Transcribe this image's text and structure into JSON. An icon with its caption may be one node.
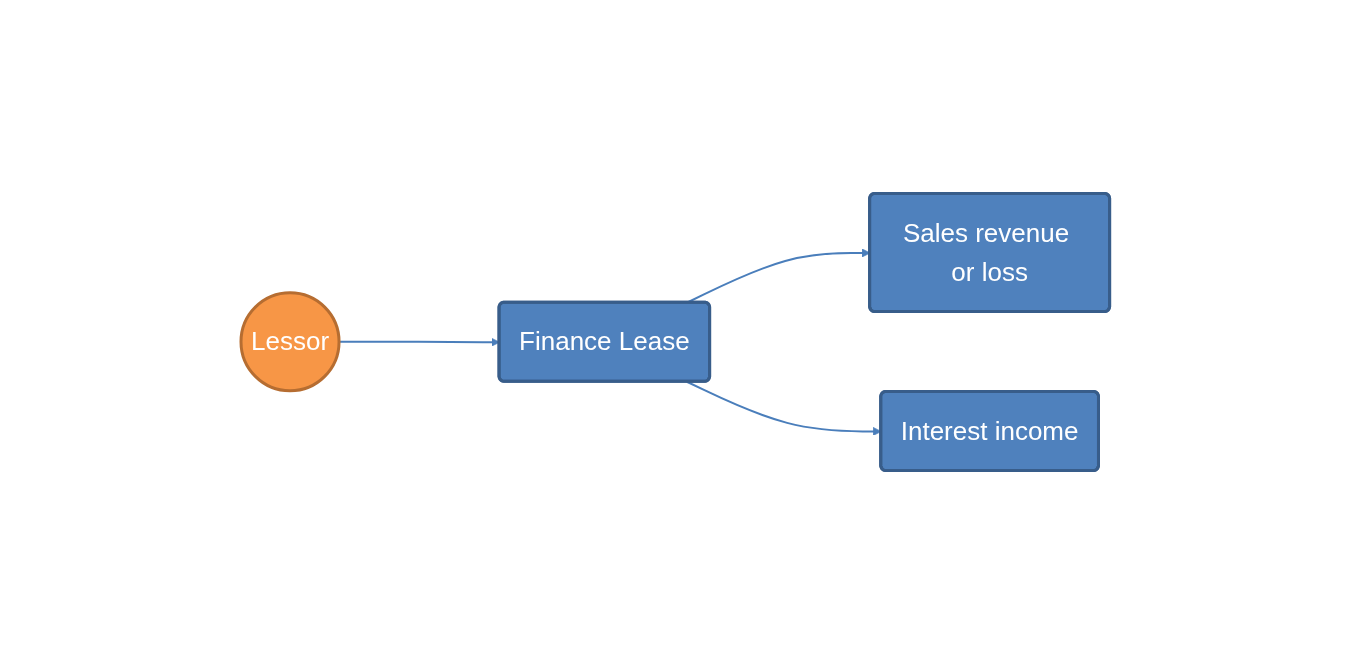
{
  "diagram": {
    "nodes": [
      {
        "text": [
          "Sales revenue or loss"
        ]
      },
      {
        "text": [
          "Interest income"
        ]
      },
      {
        "text": [
          "Lessor"
        ]
      },
      {
        "text": [
          "Finance Lease"
        ]
      }
    ],
    "edges": [
      {
        "from": 2,
        "to": 3,
        "arrow": "to"
      },
      {
        "from": 3,
        "to": 0,
        "arrow": "to"
      },
      {
        "from": 3,
        "to": 1,
        "arrow": "to"
      }
    ]
  }
}
